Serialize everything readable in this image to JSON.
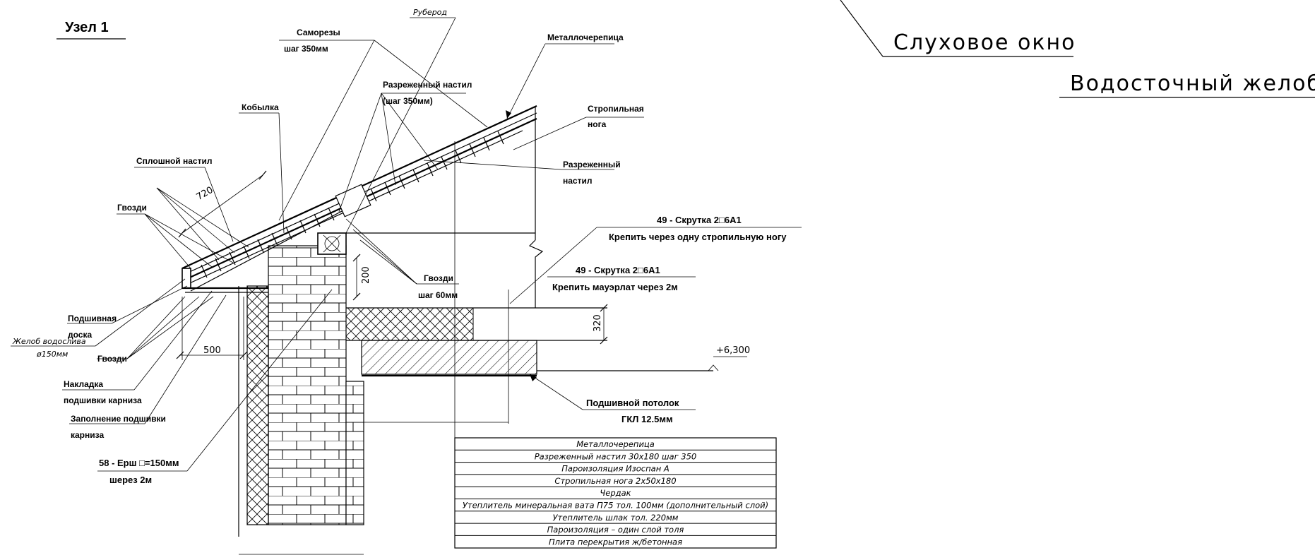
{
  "drawing": {
    "title": "Узел 1",
    "big_labels": {
      "dormer": "Слуховое окно",
      "gutter": "Водосточный желоб"
    },
    "callouts": {
      "ruberoid": "Руберод",
      "screws_1": "Саморезы",
      "screws_2": "шаг 350мм",
      "metal_tile": "Металлочерепица",
      "sparse_sheathing_1": "Разреженный настил",
      "sparse_sheathing_2": "(шаг 350мм)",
      "kobylka": "Кобылка",
      "rafter_1": "Стропильная",
      "rafter_2": "нога",
      "solid_sheathing": "Сплошной настил",
      "sparse_2_1": "Разреженный",
      "sparse_2_2": "настил",
      "nails_1": "Гвозди",
      "clamp_1_a": "49 - Скрутка 2□6А1",
      "clamp_1_b": "Крепить через одну стропильную ногу",
      "clamp_2_a": "49 - Скрутка 2□6А1",
      "clamp_2_b": "Крепить мауэрлат через 2м",
      "nails_2_a": "Гвозди",
      "nails_2_b": "шаг 60мм",
      "soffit_board_1": "Подшивная",
      "soffit_board_2": "доска",
      "gutter_1": "Желоб водослива",
      "gutter_2": "ø150мм",
      "nails_3": "Гвозди",
      "overlay_1": "Накладка",
      "overlay_2": "подшивки карниза",
      "fill_1": "Заполнение подшивки",
      "fill_2": "карниза",
      "ruff_1": "58 - Ерш □=150мм",
      "ruff_2": "шерез 2м",
      "ceiling_1": "Подшивной потолок",
      "ceiling_2": "ГКЛ 12.5мм",
      "level": "+6,300"
    },
    "dimensions": {
      "d720": "720",
      "d500": "500",
      "d200": "200",
      "d320": "320"
    },
    "legend": [
      "Металлочерепица",
      "Разреженный настил 30х180 шаг 350",
      "Пароизоляция Изоспан А",
      "Стропильная нога 2х50х180",
      "Чердак",
      "Утеплитель минеральная вата П75 тол. 100мм (дополнительный слой)",
      "Утеплитель шлак тол. 220мм",
      "Пароизоляция – один слой толя",
      "Плита перекрытия ж/бетонная"
    ]
  }
}
